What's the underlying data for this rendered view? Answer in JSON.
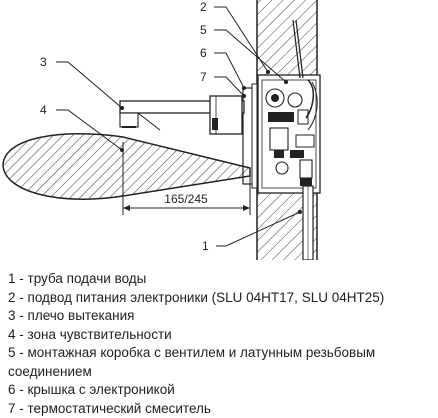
{
  "callouts": {
    "c1": "1",
    "c2": "2",
    "c3": "3",
    "c4": "4",
    "c5": "5",
    "c6": "6",
    "c7": "7"
  },
  "dimension": "165/245",
  "legend": [
    {
      "num": "1",
      "text": "труба подачи воды"
    },
    {
      "num": "2",
      "text": "подвод питания электроники (SLU 04HT17, SLU 04HT25)"
    },
    {
      "num": "3",
      "text": "плечо вытекания"
    },
    {
      "num": "4",
      "text": "зона чувствительности"
    },
    {
      "num": "5",
      "text": "монтажная коробка с вентилем и латунным резьбовым соединением"
    },
    {
      "num": "6",
      "text": "крышка с электроникой"
    },
    {
      "num": "7",
      "text": "термостатический смеситель"
    }
  ],
  "colors": {
    "line": "#222222",
    "hatch": "#444444"
  }
}
